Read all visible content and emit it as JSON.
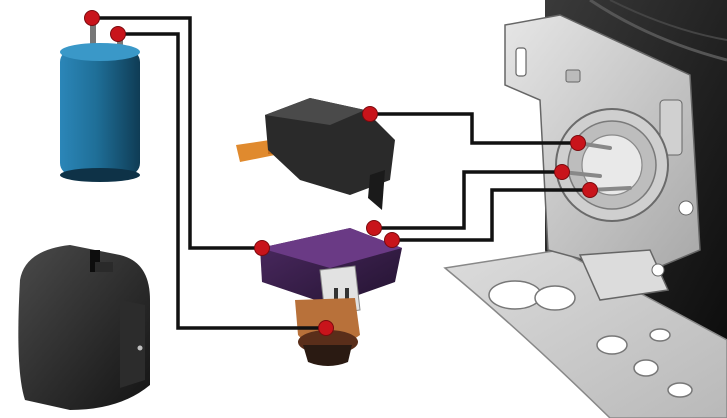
{
  "diagram": {
    "components": [
      {
        "id": "capacitor",
        "icon": "capacitor-icon"
      },
      {
        "id": "terminal-cover",
        "icon": "terminal-cover-icon"
      },
      {
        "id": "overload-protector",
        "icon": "overload-protector-icon"
      },
      {
        "id": "ptc-relay",
        "icon": "ptc-relay-icon"
      },
      {
        "id": "compressor",
        "icon": "compressor-icon"
      },
      {
        "id": "mounting-plate",
        "icon": "mounting-plate-icon"
      }
    ],
    "colors": {
      "wire": "#111111",
      "connection_dot": "#c8141b",
      "capacitor_body": "#1f6f98",
      "relay_body": "#3a1f4a",
      "compressor_shell": "#1c1c1c",
      "bracket": "#c9c9c9"
    }
  }
}
